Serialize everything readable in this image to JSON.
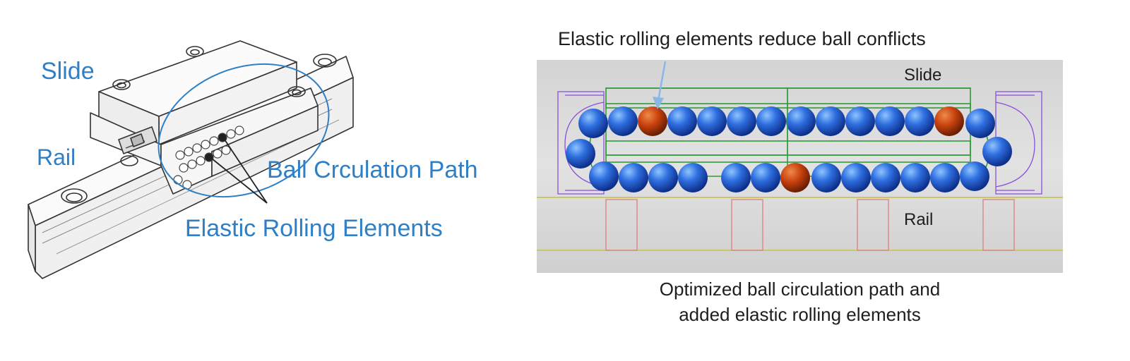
{
  "left": {
    "slide_label": "Slide",
    "rail_label": "Rail",
    "path_label": "Ball Crculation Path",
    "elastic_label": "Elastic Rolling Elements",
    "accent_color": "#2f7fc6"
  },
  "right": {
    "annotation": "Elastic rolling elements reduce ball conflicts",
    "slide_label": "Slide",
    "rail_label": "Rail",
    "caption_line1": "Optimized ball circulation path and",
    "caption_line2": "added elastic rolling elements",
    "ball_color": "#2f6fe0",
    "elastic_ball_color": "#c8420e"
  }
}
